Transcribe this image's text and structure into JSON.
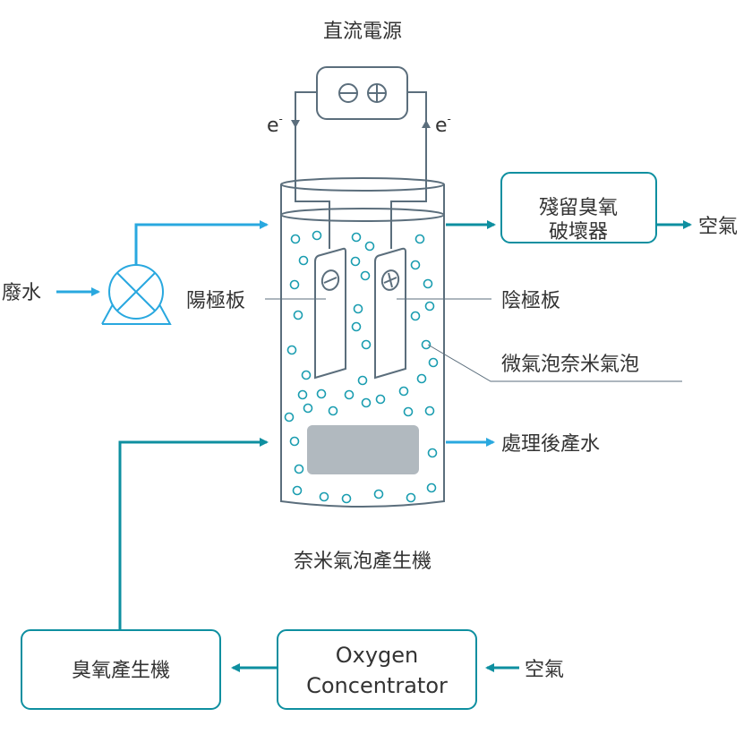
{
  "title": "直流電源",
  "power_supply": {
    "minus_symbol": "⊖",
    "plus_symbol": "⊕",
    "electron_left": "e",
    "electron_right": "e",
    "electron_charge": "-"
  },
  "labels": {
    "waste_water": "廢水",
    "anode": "陽極板",
    "cathode": "陰極板",
    "bubbles": "微氣泡奈米氣泡",
    "treated_water": "處理後產水",
    "generator": "奈米氣泡產生機",
    "air_top": "空氣",
    "air_bottom": "空氣"
  },
  "boxes": {
    "ozone_destroyer_line1": "殘留臭氧",
    "ozone_destroyer_line2": "破壞器",
    "ozone_generator": "臭氧產生機",
    "oxygen_line1": "Oxygen",
    "oxygen_line2": "Concentrator"
  },
  "icons": {
    "pump": "pump-icon",
    "anode_sign": "minus-circle-icon",
    "cathode_sign": "plus-circle-icon"
  },
  "colors": {
    "water_flow": "#29a8df",
    "gas_flow": "#0e8fa0",
    "structure": "#5b6e7c",
    "bubble": "#1a9db0",
    "diffuser": "#b1b9bf",
    "text": "#333333"
  }
}
